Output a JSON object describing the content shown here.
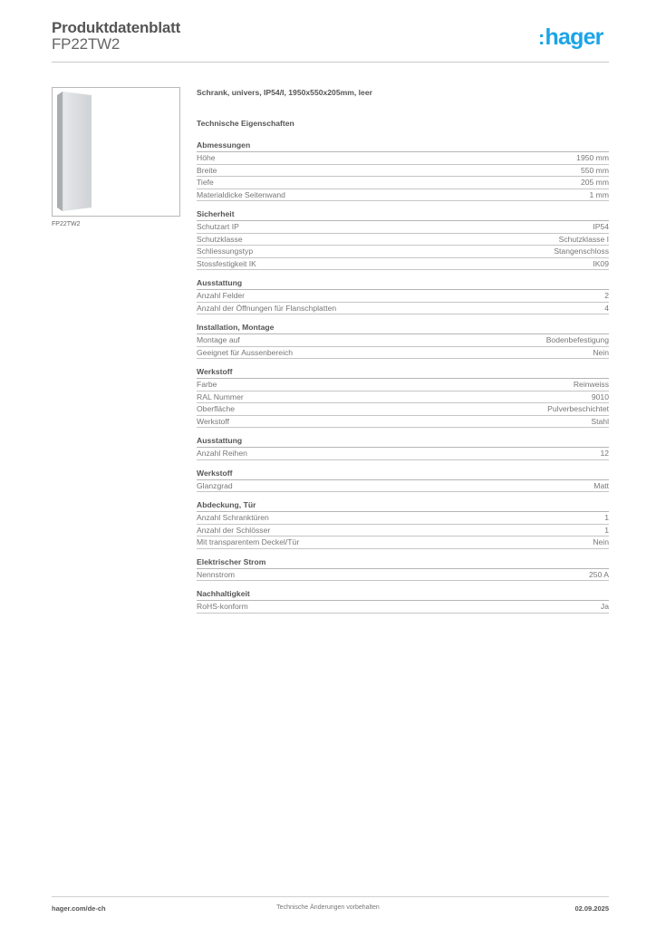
{
  "header": {
    "title": "Produktdatenblatt",
    "product_code": "FP22TW2",
    "logo_colon": ":",
    "logo_text": "hager",
    "brand_color": "#1ba4e6"
  },
  "product_image": {
    "caption": "FP22TW2"
  },
  "main": {
    "description": "Schrank, univers, IP54/I, 1950x550x205mm, leer",
    "section_title": "Technische Eigenschaften",
    "groups": [
      {
        "title": "Abmessungen",
        "rows": [
          {
            "label": "Höhe",
            "value": "1950 mm"
          },
          {
            "label": "Breite",
            "value": "550 mm"
          },
          {
            "label": "Tiefe",
            "value": "205 mm"
          },
          {
            "label": "Materialdicke Seitenwand",
            "value": "1 mm"
          }
        ]
      },
      {
        "title": "Sicherheit",
        "rows": [
          {
            "label": "Schutzart IP",
            "value": "IP54"
          },
          {
            "label": "Schutzklasse",
            "value": "Schutzklasse I"
          },
          {
            "label": "Schliessungstyp",
            "value": "Stangenschloss"
          },
          {
            "label": "Stossfestigkeit IK",
            "value": "IK09"
          }
        ]
      },
      {
        "title": "Ausstattung",
        "rows": [
          {
            "label": "Anzahl Felder",
            "value": "2"
          },
          {
            "label": "Anzahl der Öffnungen für Flanschplatten",
            "value": "4"
          }
        ]
      },
      {
        "title": "Installation, Montage",
        "rows": [
          {
            "label": "Montage auf",
            "value": "Bodenbefestigung"
          },
          {
            "label": "Geeignet für Aussenbereich",
            "value": "Nein"
          }
        ]
      },
      {
        "title": "Werkstoff",
        "rows": [
          {
            "label": "Farbe",
            "value": "Reinweiss"
          },
          {
            "label": "RAL Nummer",
            "value": "9010"
          },
          {
            "label": "Oberfläche",
            "value": "Pulverbeschichtet"
          },
          {
            "label": "Werkstoff",
            "value": "Stahl"
          }
        ]
      },
      {
        "title": "Ausstattung",
        "rows": [
          {
            "label": "Anzahl Reihen",
            "value": "12"
          }
        ]
      },
      {
        "title": "Werkstoff",
        "rows": [
          {
            "label": "Glanzgrad",
            "value": "Matt"
          }
        ]
      },
      {
        "title": "Abdeckung, Tür",
        "rows": [
          {
            "label": "Anzahl Schranktüren",
            "value": "1"
          },
          {
            "label": "Anzahl der Schlösser",
            "value": "1"
          },
          {
            "label": "Mit transparentem Deckel/Tür",
            "value": "Nein"
          }
        ]
      },
      {
        "title": "Elektrischer Strom",
        "rows": [
          {
            "label": "Nennstrom",
            "value": "250 A"
          }
        ]
      },
      {
        "title": "Nachhaltigkeit",
        "rows": [
          {
            "label": "RoHS-konform",
            "value": "Ja"
          }
        ]
      }
    ]
  },
  "footer": {
    "website": "hager.com/de-ch",
    "notice": "Technische Änderungen vorbehalten",
    "date": "02.09.2025"
  }
}
